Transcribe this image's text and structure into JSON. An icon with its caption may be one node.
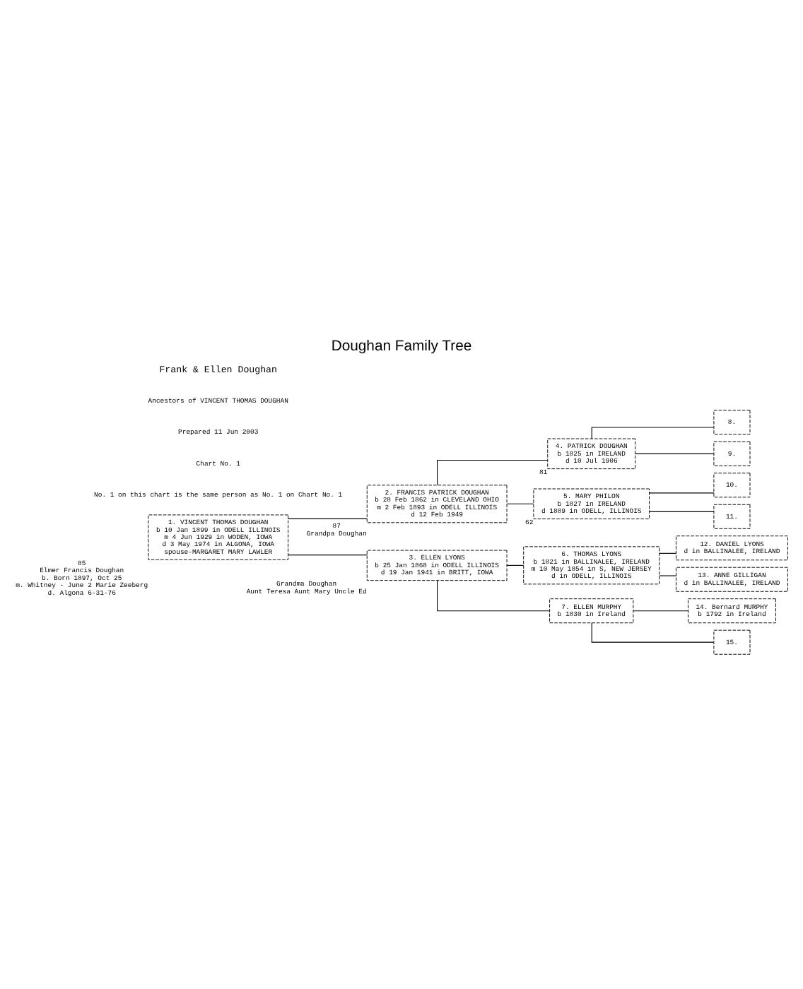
{
  "diagram": {
    "title": "Doughan Family Tree",
    "nodes": [
      {
        "text": [
          "1. VINCENT THOMAS DOUGHAN",
          "b 10 Jan 1899 in ODELL ILLINOIS",
          "m 4 Jun 1929 in WODEN, IOWA",
          "d 3 May 1974 in ALGONA, IOWA",
          "spouse-MARGARET MARY LAWLER"
        ],
        "beside": [
          "85",
          "Elmer Francis Doughan",
          "b. Born 1897, Oct 25",
          "m. Whitney - June 2 Marie Zeeberg",
          "d. Algona 6-31-76"
        ]
      },
      {
        "text": [
          "2. FRANCIS PATRICK DOUGHAN",
          "b 28 Feb 1862 in CLEVELAND OHIO",
          "m 2 Feb 1893 in ODELL ILLINOIS",
          "d 12 Feb 1949"
        ],
        "beside": [
          "87",
          "Grandpa Doughan"
        ]
      },
      {
        "text": [
          "3. ELLEN LYONS",
          "b 25 Jan 1868 in ODELL ILLINOIS",
          "d 19 Jan 1941 in BRITT, IOWA"
        ],
        "beside": [
          "Grandma Doughan",
          "Aunt Teresa Aunt Mary Uncle Ed"
        ]
      },
      {
        "text": [
          "4. PATRICK DOUGHAN",
          "b 1825 in IRELAND",
          "d 10 Jul 1906"
        ],
        "beside": [
          "81"
        ]
      },
      {
        "text": [
          "5. MARY PHILON",
          "b 1827 in IRELAND",
          "d 1889 in ODELL, ILLINOIS"
        ],
        "beside": [
          "62"
        ]
      },
      {
        "text": [
          "6. THOMAS LYONS",
          "b 1821 in BALLINALEE, IRELAND",
          "m 10 May 1854 in S, NEW JERSEY",
          "d in ODELL, ILLINOIS"
        ]
      },
      {
        "text": [
          "7. ELLEN MURPHY",
          "b 1830 in Ireland"
        ]
      },
      {
        "text": [
          "8."
        ]
      },
      {
        "text": [
          "9."
        ]
      },
      {
        "text": [
          "10."
        ]
      },
      {
        "text": [
          "11."
        ]
      },
      {
        "text": [
          "12. DANIEL LYONS",
          "d in BALLINALEE, IRELAND"
        ]
      },
      {
        "text": [
          "13. ANNE GILLIGAN",
          "d in BALLINALEE, IRELAND"
        ]
      },
      {
        "text": [
          "14. Bernard MURPHY",
          "b 1792 in Ireland"
        ]
      },
      {
        "text": [
          "15."
        ]
      }
    ],
    "edges": [
      {
        "from": 0,
        "to": 1,
        "arrow": "none"
      },
      {
        "from": 0,
        "to": 2,
        "arrow": "none"
      },
      {
        "from": 1,
        "to": 3,
        "arrow": "none"
      },
      {
        "from": 1,
        "to": 4,
        "arrow": "none"
      },
      {
        "from": 2,
        "to": 5,
        "arrow": "none"
      },
      {
        "from": 2,
        "to": 6,
        "arrow": "none"
      },
      {
        "from": 3,
        "to": 7,
        "arrow": "none"
      },
      {
        "from": 3,
        "to": 8,
        "arrow": "none"
      },
      {
        "from": 4,
        "to": 9,
        "arrow": "none"
      },
      {
        "from": 4,
        "to": 10,
        "arrow": "none"
      },
      {
        "from": 5,
        "to": 11,
        "arrow": "none"
      },
      {
        "from": 5,
        "to": 12,
        "arrow": "none"
      },
      {
        "from": 6,
        "to": 13,
        "arrow": "none"
      },
      {
        "from": 6,
        "to": 14,
        "arrow": "none"
      }
    ],
    "labels": [
      "Frank & Ellen Doughan",
      "Ancestors of VINCENT THOMAS DOUGHAN",
      "Prepared 11 Jun 2003",
      "Chart No. 1",
      "No. 1 on this chart is the same person as No. 1 on Chart No. 1"
    ]
  }
}
